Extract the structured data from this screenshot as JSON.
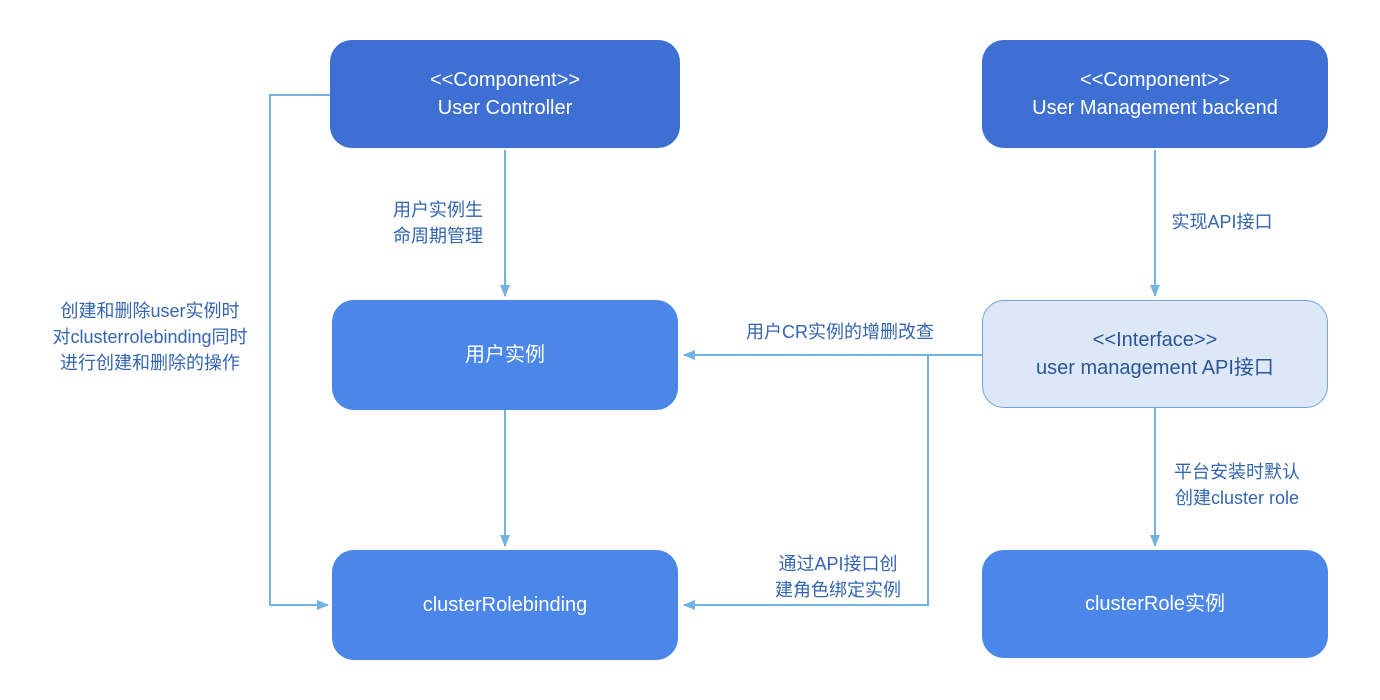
{
  "colors": {
    "component_fill": "#3d70d2",
    "instance_fill": "#4b87e8",
    "interface_fill": "#dce8f8",
    "interface_border": "#74a3d6",
    "interface_text": "#2b5596",
    "arrow": "#74b2e2",
    "label_text": "#3465b0",
    "node_text": "#ffffff",
    "background": "#ffffff"
  },
  "nodes": {
    "user_controller": {
      "stereotype": "<<Component>>",
      "name": "User Controller"
    },
    "user_management_backend": {
      "stereotype": "<<Component>>",
      "name": "User Management backend"
    },
    "user_instance": {
      "name": "用户实例"
    },
    "api_interface": {
      "stereotype": "<<Interface>>",
      "name": "user management API接口"
    },
    "cluster_rolebinding": {
      "name": "clusterRolebinding"
    },
    "cluster_role_instance": {
      "name": "clusterRole实例"
    }
  },
  "edge_labels": {
    "lifecycle": "用户实例生\n命周期管理",
    "implement_api": "实现API接口",
    "crud": "用户CR实例的增删改查",
    "create_rolebinding_via_api": "通过API接口创\n建角色绑定实例",
    "default_cluster_role": "平台安装时默认\n创建cluster role",
    "controller_loop": "创建和删除user实例时\n对clusterrolebinding同时\n进行创建和删除的操作"
  }
}
